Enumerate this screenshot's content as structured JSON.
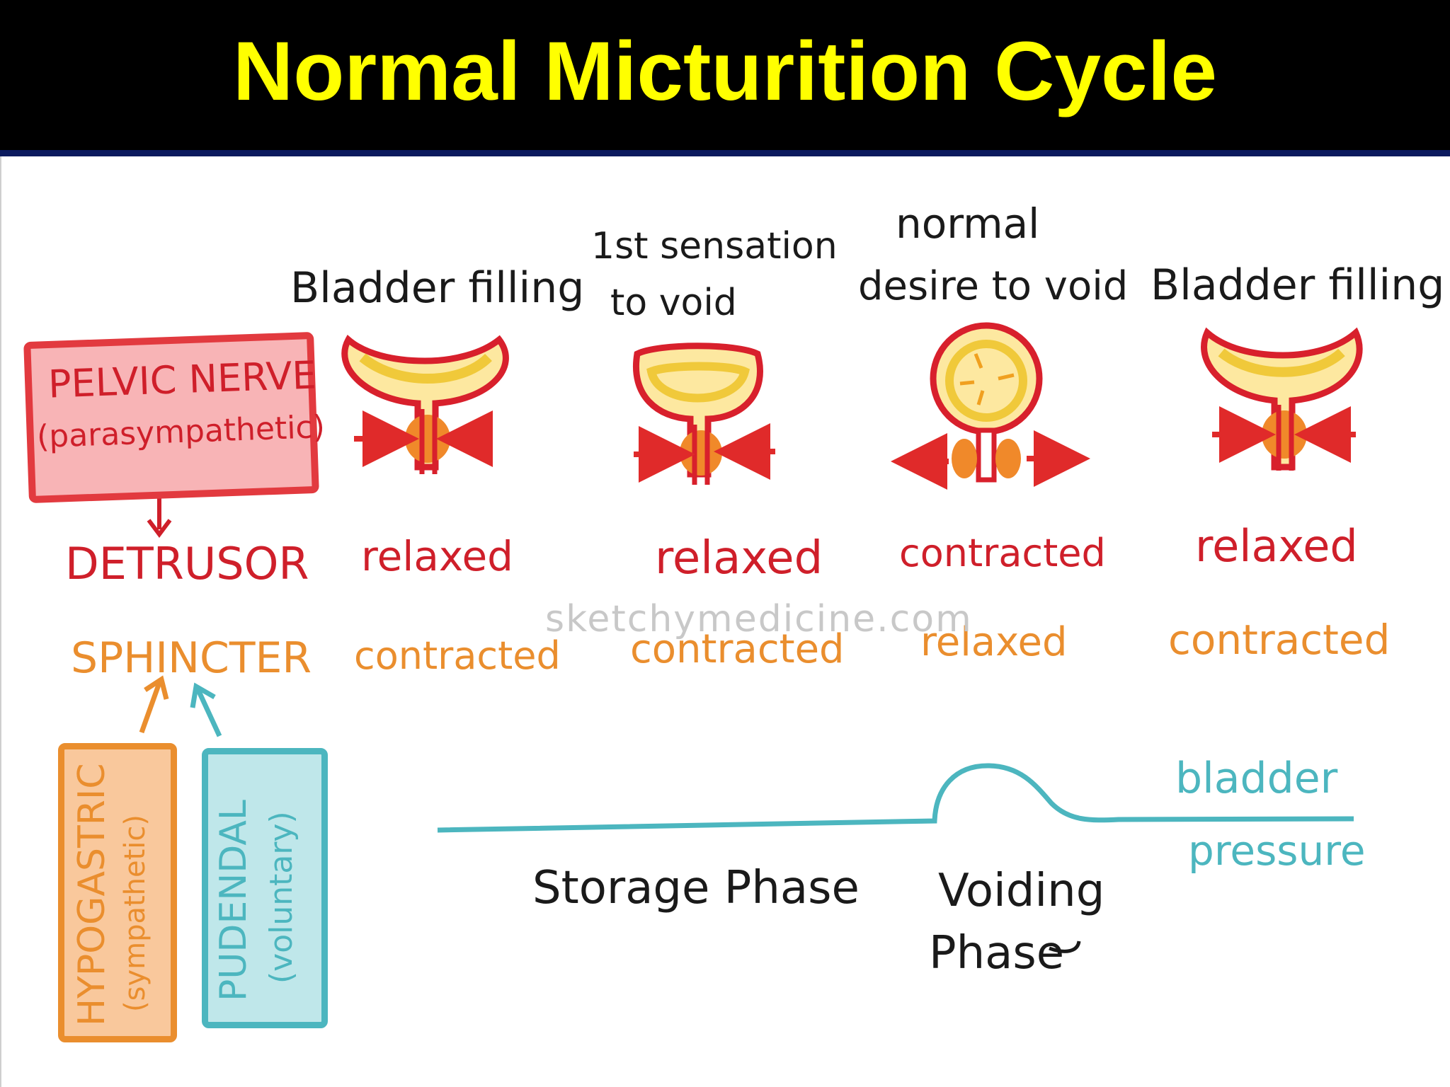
{
  "title": "Normal Micturition Cycle",
  "colors": {
    "title_text": "#ffff00",
    "title_bg": "#000000",
    "pelvic": "#cf1f2a",
    "sphincter": "#ea8e2e",
    "pudendal": "#4cb6bf",
    "bladder_outline": "#d8202c",
    "bladder_fill": "#fbe79a",
    "sphincter_fill": "#f0892a"
  },
  "nerves": {
    "pelvic_line1": "PELVIC NERVE",
    "pelvic_line2": "(parasympathetic)",
    "hypogastric_line1": "HYPOGASTRIC",
    "hypogastric_line2": "(sympathetic)",
    "pudendal_line1": "PUDENDAL",
    "pudendal_line2": "(voluntary)"
  },
  "muscles": {
    "detrusor": "DETRUSOR",
    "sphincter": "SPHINCTER"
  },
  "stages": [
    {
      "line1": "Bladder filling",
      "line2": "",
      "detrusor": "relaxed",
      "sphincter": "contracted",
      "icon": "bladder-filling-icon"
    },
    {
      "line1": "1st sensation",
      "line2": "to void",
      "detrusor": "relaxed",
      "sphincter": "contracted",
      "icon": "bladder-sensation-icon"
    },
    {
      "line1": "normal",
      "line2": "desire to void",
      "detrusor": "contracted",
      "sphincter": "relaxed",
      "icon": "bladder-contracting-icon"
    },
    {
      "line1": "Bladder filling",
      "line2": "",
      "detrusor": "relaxed",
      "sphincter": "contracted",
      "icon": "bladder-filling-icon"
    }
  ],
  "pressure": {
    "label_line1": "bladder",
    "label_line2": "pressure",
    "storage": "Storage Phase",
    "voiding_line1": "Voiding",
    "voiding_line2": "Phase"
  },
  "watermark": "sketchymedicine.com"
}
